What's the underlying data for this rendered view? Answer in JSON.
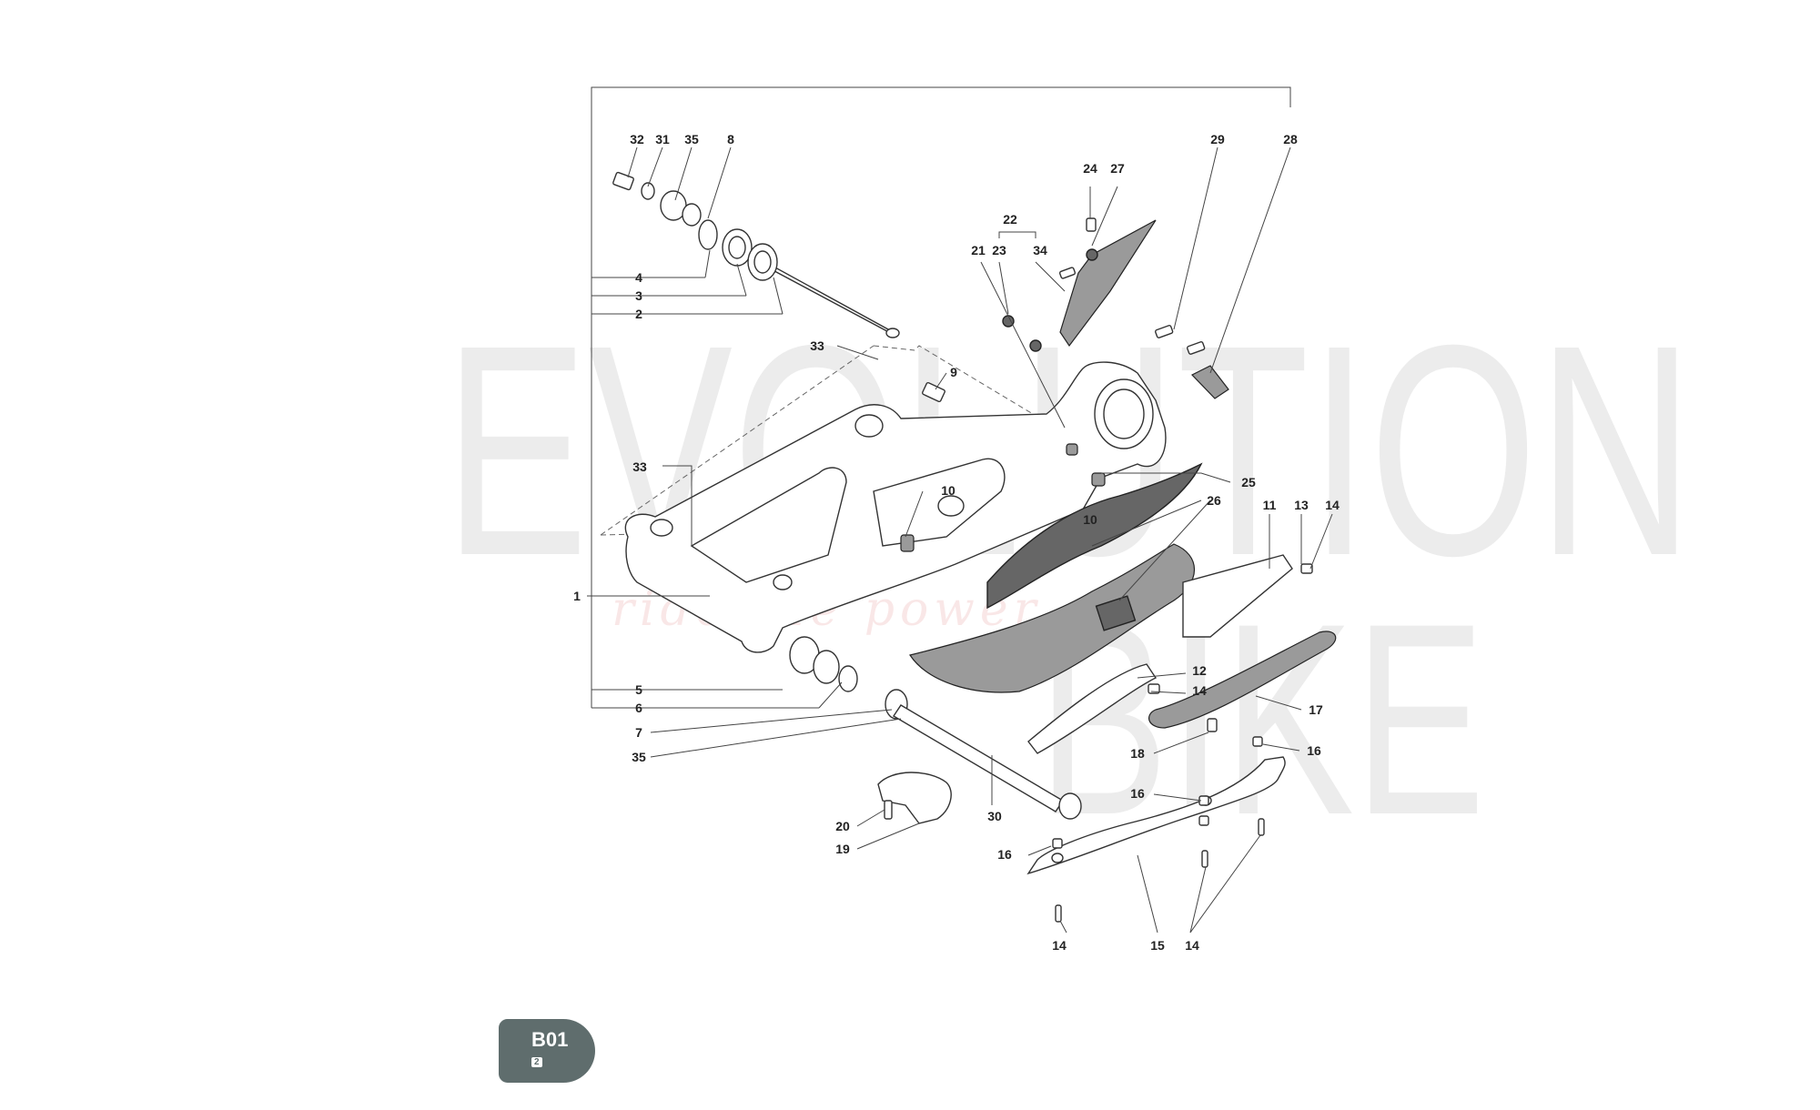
{
  "watermark": {
    "line1": "EVOLUTION",
    "line2": "BIKE",
    "tagline": "ride the power"
  },
  "badge": {
    "code": "B01",
    "sub": "2"
  },
  "labels": {
    "l32": "32",
    "l31": "31",
    "l35a": "35",
    "l8": "8",
    "l4": "4",
    "l3": "3",
    "l2": "2",
    "l33a": "33",
    "l9": "9",
    "l33b": "33",
    "l10a": "10",
    "l1": "1",
    "l5": "5",
    "l6": "6",
    "l7": "7",
    "l35b": "35",
    "l30": "30",
    "l20": "20",
    "l19": "19",
    "l24": "24",
    "l27": "27",
    "l22": "22",
    "l21": "21",
    "l23": "23",
    "l34": "34",
    "l29": "29",
    "l28": "28",
    "l25": "25",
    "l10b": "10",
    "l26": "26",
    "l11": "11",
    "l13": "13",
    "l14a": "14",
    "l12": "12",
    "l14b": "14",
    "l17": "17",
    "l18": "18",
    "l16a": "16",
    "l16b": "16",
    "l16c": "16",
    "l14c": "14",
    "l15": "15",
    "l14d": "14"
  },
  "icons": {
    "swingarm": "swingarm-icon",
    "pivot-shaft": "pivot-shaft-icon",
    "bearing": "bearing-icon",
    "bolt": "bolt-icon",
    "chain-guard": "chain-guard-icon",
    "mudguard": "mudguard-icon",
    "chain-slider": "chain-slider-icon",
    "bracket": "bracket-icon"
  }
}
